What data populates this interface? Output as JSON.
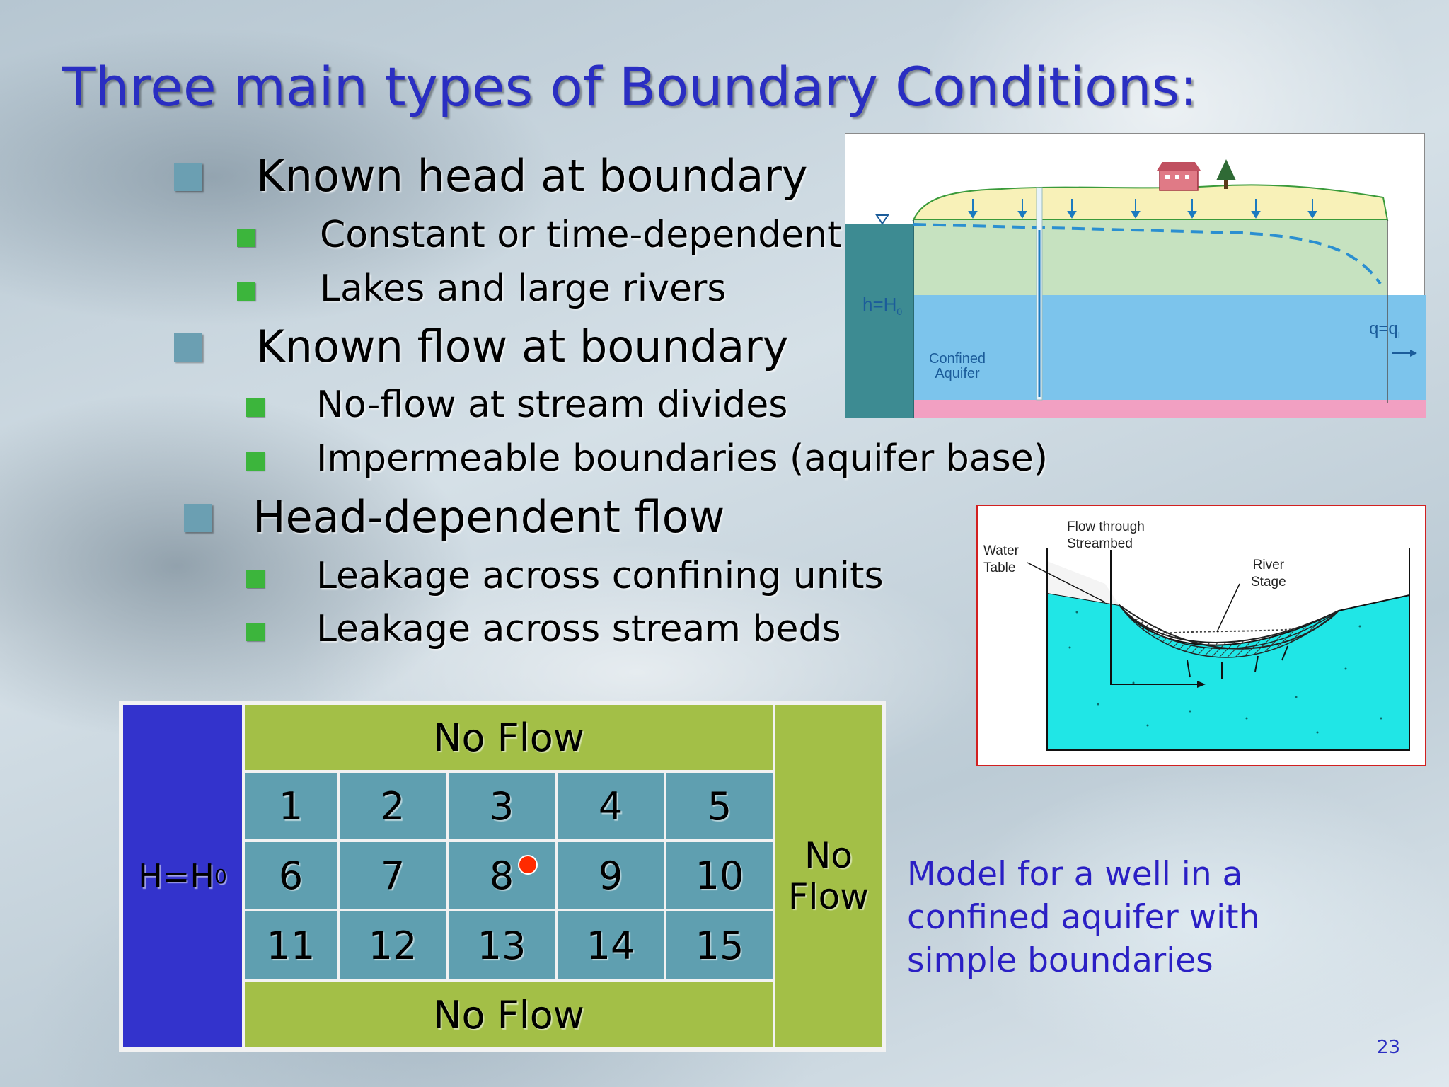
{
  "title": "Three main types of Boundary Conditions:",
  "bullets": [
    {
      "text": "Known head at boundary",
      "children": [
        "Constant or time-dependent",
        "Lakes and large rivers"
      ]
    },
    {
      "text": "Known flow at boundary",
      "children": [
        "No-flow at stream divides",
        "Impermeable boundaries (aquifer base)"
      ]
    },
    {
      "text": "Head-dependent flow",
      "children": [
        "Leakage across confining units",
        "Leakage across stream beds"
      ]
    }
  ],
  "aquifer_figure": {
    "head_label": "h=H",
    "head_subscript": "0",
    "flow_label": "q=q",
    "flow_subscript": "L",
    "aquifer_label_line1": "Confined",
    "aquifer_label_line2": "Aquifer"
  },
  "streambed_figure": {
    "water_table_line1": "Water",
    "water_table_line2": "Table",
    "flow_line1": "Flow through",
    "flow_line2": "Streambed",
    "river_line1": "River",
    "river_line2": "Stage"
  },
  "grid": {
    "left_boundary_label": "H=H",
    "left_boundary_subscript": "0",
    "top_boundary_label": "No Flow",
    "bottom_boundary_label": "No Flow",
    "right_boundary_line1": "No",
    "right_boundary_line2": "Flow",
    "rows": [
      [
        "1",
        "2",
        "3",
        "4",
        "5"
      ],
      [
        "6",
        "7",
        "8",
        "9",
        "10"
      ],
      [
        "11",
        "12",
        "13",
        "14",
        "15"
      ]
    ],
    "well_cell": "8"
  },
  "caption": "Model for a well in a confined aquifer with simple boundaries",
  "page_number": "23"
}
